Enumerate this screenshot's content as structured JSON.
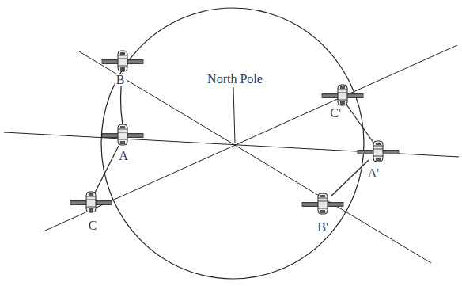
{
  "diagram": {
    "labels": [
      "North Pole",
      "B",
      "A",
      "C",
      "C'",
      "A'",
      "B'"
    ]
  }
}
